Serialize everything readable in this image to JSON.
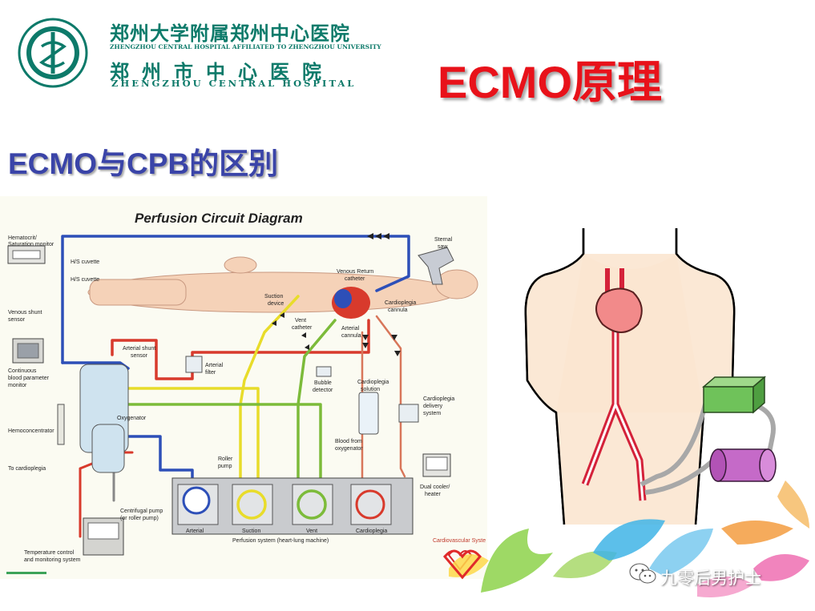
{
  "header": {
    "hospital_cn_1": "郑州大学附属郑州中心医院",
    "hospital_en_1": "ZHENGZHOU CENTRAL HOSPITAL AFFILIATED TO ZHENGZHOU UNIVERSITY",
    "hospital_cn_2": "郑州市中心医院",
    "hospital_en_2": "ZHENGZHOU CENTRAL HOSPITAL",
    "title": "ECMO原理"
  },
  "subtitle": "ECMO与CPB的区别",
  "perfusion_diagram": {
    "title": "Perfusion Circuit Diagram",
    "labels": {
      "hematocrit": "Hematocrit/",
      "saturation": "Saturation monitor",
      "hs_cuvette_1": "H/S cuvette",
      "hs_cuvette_2": "H/S cuvette",
      "venous_shunt_1": "Venous shunt",
      "venous_shunt_2": "sensor",
      "continuous_1": "Continuous",
      "continuous_2": "blood parameter",
      "continuous_3": "monitor",
      "hemoconcentrator": "Hemoconcentrator",
      "to_cardioplegia": "To cardioplegia",
      "centrifugal_1": "Centrifugal pump",
      "centrifugal_2": "(or roller pump)",
      "temperature_1": "Temperature control",
      "temperature_2": "and monitoring system",
      "arterial_shunt_1": "Arterial shunt",
      "arterial_shunt_2": "sensor",
      "arterial_filter_1": "Arterial",
      "arterial_filter_2": "filter",
      "oxygenator": "Oxygenator",
      "roller_pump_1": "Roller",
      "roller_pump_2": "pump",
      "arterial": "Arterial",
      "suction": "Suction",
      "vent": "Vent",
      "cardioplegia": "Cardioplegia",
      "perfusion_system": "Perfusion system (heart-lung machine)",
      "suction_device_1": "Suction",
      "suction_device_2": "device",
      "vent_catheter_1": "Vent",
      "vent_catheter_2": "catheter",
      "venous_return_1": "Venous Return",
      "venous_return_2": "catheter",
      "arterial_cannula_1": "Arterial",
      "arterial_cannula_2": "cannula",
      "cardioplegia_cannula_1": "Cardioplegia",
      "cardioplegia_cannula_2": "cannula",
      "bubble_1": "Bubble",
      "bubble_2": "detector",
      "cardioplegia_solution_1": "Cardioplegia",
      "cardioplegia_solution_2": "solution",
      "blood_from_1": "Blood from",
      "blood_from_2": "oxygenator",
      "cp_delivery_1": "Cardioplegia",
      "cp_delivery_2": "delivery",
      "cp_delivery_3": "system",
      "dual_cooler_1": "Dual cooler/",
      "dual_cooler_2": "heater",
      "sternal_saw_1": "Sternal",
      "sternal_saw_2": "saw",
      "cardiovascular": "Cardiovascular Syste"
    }
  },
  "watermark": "九零后男护士",
  "colors": {
    "title_red": "#e8121a",
    "subtitle_blue": "#3a44a8",
    "hospital_green": "#0d7a6a"
  }
}
